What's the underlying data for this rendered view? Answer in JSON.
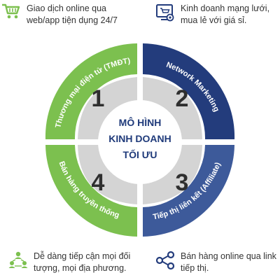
{
  "colors": {
    "green": "#7cc04f",
    "navy": "#233c7c",
    "blue": "#3d5a9a",
    "gray": "#d4d4d4",
    "center_text": "#1f3a7a"
  },
  "center": {
    "line1": "MÔ HÌNH",
    "line2": "KINH DOANH",
    "line3": "TỐI ƯU"
  },
  "quadrants": [
    {
      "number": "1",
      "label": "Thương mại điện tử (TMĐT)"
    },
    {
      "number": "2",
      "label": "Network Marketing"
    },
    {
      "number": "3",
      "label": "Tiếp thị liên kết (Affiliate)"
    },
    {
      "number": "4",
      "label": "Bán hàng truyền thống"
    }
  ],
  "notes": [
    {
      "icon": "shopping-cart-icon",
      "text": "Giao dịch online qua web/app tiện dụng 24/7"
    },
    {
      "icon": "network-store-icon",
      "text": "Kinh doanh mạng lưới, mua lẻ với giá sỉ."
    },
    {
      "icon": "people-network-icon",
      "text": "Dễ dàng tiếp cận mọi đối tượng, mọi địa phương."
    },
    {
      "icon": "share-icon",
      "text": "Bán hàng online qua link tiếp thị."
    }
  ]
}
